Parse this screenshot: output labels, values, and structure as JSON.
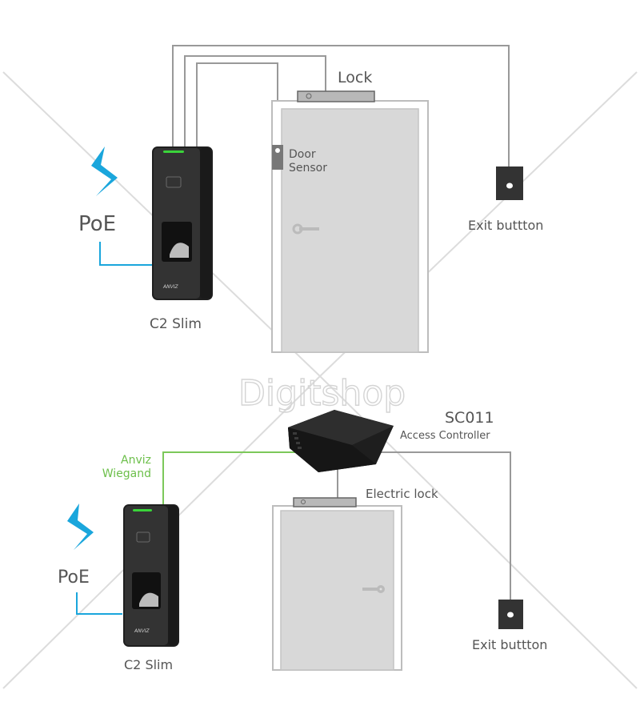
{
  "watermark": "Digitshop",
  "colors": {
    "wire": "#999999",
    "wiegand_wire": "#7cc85a",
    "poe_wire": "#1aa6dc",
    "lightning": "#1aa6dc",
    "door_fill": "#d8d8d8",
    "device": "#2a2a2a",
    "status_led": "#3ad43a",
    "label": "#555555",
    "wiegand_label": "#6cbf4a"
  },
  "top_diagram": {
    "power_label": "PoE",
    "reader_label": "C2 Slim",
    "reader_brand": "ANVIZ",
    "lock_label": "Lock",
    "door_sensor_label": [
      "Door",
      "Sensor"
    ],
    "exit_button_label": "Exit buttton"
  },
  "bottom_diagram": {
    "power_label": "PoE",
    "reader_label": "C2 Slim",
    "reader_brand": "ANVIZ",
    "wiegand_label": [
      "Anviz",
      "Wiegand"
    ],
    "controller_model": "SC011",
    "controller_label": "Access Controller",
    "lock_label": "Electric lock",
    "exit_button_label": "Exit buttton"
  }
}
